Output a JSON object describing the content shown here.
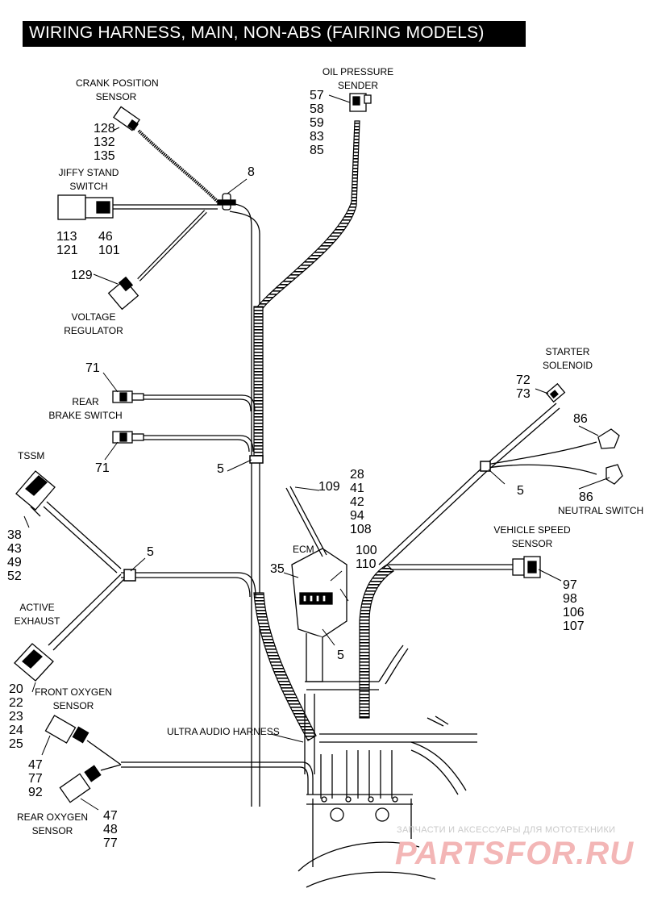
{
  "title": "WIRING HARNESS, MAIN, NON-ABS (FAIRING MODELS)",
  "labels": {
    "crank_position_sensor": [
      "CRANK POSITION",
      "SENSOR"
    ],
    "oil_pressure_sender": [
      "OIL PRESSURE",
      "SENDER"
    ],
    "jiffy_stand_switch": [
      "JIFFY STAND",
      "SWITCH"
    ],
    "voltage_regulator": [
      "VOLTAGE",
      "REGULATOR"
    ],
    "rear_brake_switch": [
      "REAR",
      "BRAKE SWITCH"
    ],
    "tssm": "TSSM",
    "active_exhaust": [
      "ACTIVE",
      "EXHAUST"
    ],
    "front_oxygen_sensor": [
      "FRONT OXYGEN",
      "SENSOR"
    ],
    "rear_oxygen_sensor": [
      "REAR OXYGEN",
      "SENSOR"
    ],
    "ultra_audio_harness": "ULTRA AUDIO HARNESS",
    "ecm": "ECM",
    "starter_solenoid": [
      "STARTER",
      "SOLENOID"
    ],
    "neutral_switch": "NEUTRAL SWITCH",
    "vehicle_speed_sensor": [
      "VEHICLE SPEED",
      "SENSOR"
    ]
  },
  "callouts": {
    "crank_sensor": [
      "128",
      "132",
      "135"
    ],
    "oil_sender": [
      "57",
      "58",
      "59",
      "83",
      "85"
    ],
    "clip_top": "8",
    "jiffy_left": [
      "113",
      "121"
    ],
    "jiffy_right": [
      "46",
      "101"
    ],
    "voltage_reg": "129",
    "brake_upper": "71",
    "brake_lower": "71",
    "clip_mid": "5",
    "tssm": [
      "38",
      "43",
      "49",
      "52"
    ],
    "clip_left": "5",
    "active_exhaust": [
      "20",
      "22",
      "23",
      "24",
      "25"
    ],
    "front_o2": [
      "47",
      "77",
      "92"
    ],
    "rear_o2": [
      "47",
      "48",
      "77"
    ],
    "ecm_stack": [
      "28",
      "41",
      "42",
      "94",
      "108"
    ],
    "ecm_strap": "109",
    "ecm_left": "35",
    "ecm_side": [
      "100",
      "110"
    ],
    "clip_ecm": "5",
    "starter": [
      "72",
      "73"
    ],
    "neutral_upper": "86",
    "neutral_lower": "86",
    "clip_right": "5",
    "speed_sensor": [
      "97",
      "98",
      "106",
      "107"
    ]
  },
  "watermark": {
    "small": "ЗАПЧАСТИ И АКСЕССУАРЫ ДЛЯ МОТОТЕХНИКИ",
    "brand": "PARTSFOR.RU"
  }
}
